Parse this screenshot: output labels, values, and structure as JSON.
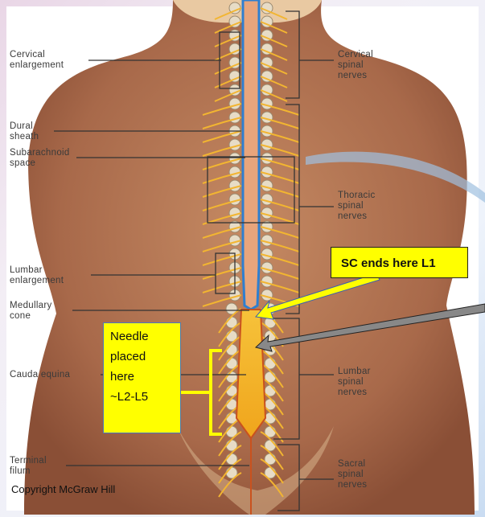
{
  "left_labels": {
    "cervical_enlargement": "Cervical\nenlargement",
    "dural_sheath": "Dural\nsheath",
    "subarachnoid_space": "Subarachnoid\nspace",
    "lumbar_enlargement": "Lumbar\nenlargement",
    "medullary_cone": "Medullary\ncone",
    "cauda_equina": "Cauda equina",
    "terminal_filum": "Terminal\nfilum"
  },
  "right_labels": {
    "cervical_spinal_nerves": "Cervical\nspinal\nnerves",
    "thoracic_spinal_nerves": "Thoracic\nspinal\nnerves",
    "lumbar_spinal_nerves": "Lumbar\nspinal\nnerves",
    "sacral_spinal_nerves": "Sacral\nspinal\nnerves"
  },
  "callouts": {
    "sc_ends": "SC ends here L1",
    "needle": "Needle\nplaced\nhere\n~L2-L5"
  },
  "copyright": "Copyright McGraw Hill",
  "colors": {
    "skin": "#b97a55",
    "callout": "#ffff00",
    "nerve": "#f2b531",
    "csf": "#2f7fd0"
  }
}
